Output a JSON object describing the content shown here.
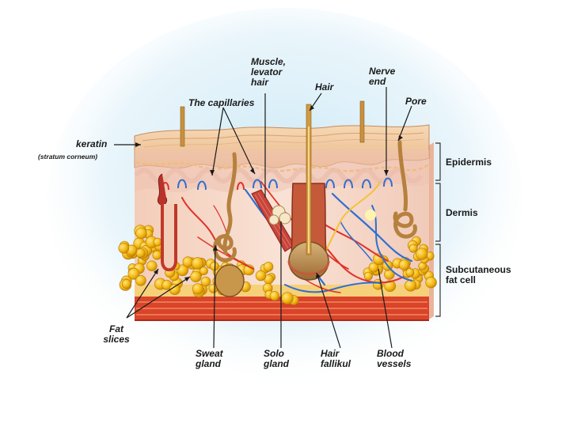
{
  "labels": {
    "keratin": "keratin",
    "stratum_corneum": "(stratum corneum)",
    "capillaries": "The capillaries",
    "muscle": [
      "Muscle,",
      "levator",
      "hair"
    ],
    "hair": "Hair",
    "nerve_end": [
      "Nerve",
      "end"
    ],
    "pore": "Pore",
    "epidermis": "Epidermis",
    "dermis": "Dermis",
    "subcutaneous": [
      "Subcutaneous",
      "fat cell"
    ],
    "fat_slices": [
      "Fat",
      "slices"
    ],
    "sweat_gland": [
      "Sweat",
      "gland"
    ],
    "solo_gland": [
      "Solo",
      "gland"
    ],
    "hair_fallikul": [
      "Hair",
      "fallikul"
    ],
    "blood_vessels": [
      "Blood",
      "vessels"
    ]
  },
  "colors": {
    "epidermis_top": "#f4cfa6",
    "dermis": "#f7d9c9",
    "dermis_side": "#f0c7b6",
    "fat": "#f5c21b",
    "fat_dark": "#c98e07",
    "muscle_bottom": "#d9442a",
    "artery": "#e0332b",
    "vein": "#2f6fd0",
    "hair": "#d29b3e",
    "backdrop": "#d8eef8"
  }
}
